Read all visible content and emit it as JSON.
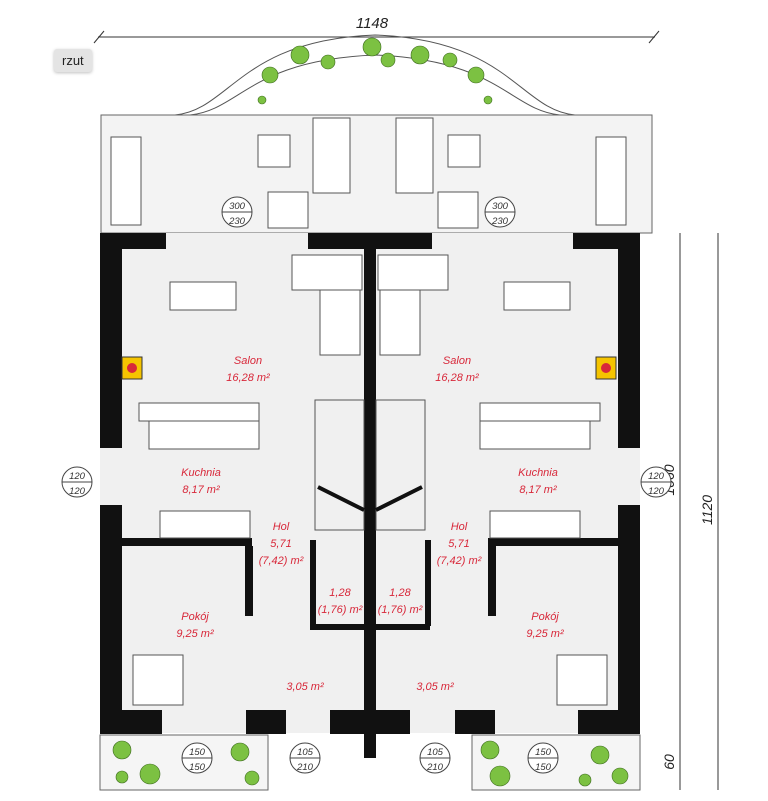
{
  "view_button": "rzut",
  "dimensions": {
    "width_total": "1148",
    "depth_inner": "1060",
    "depth_total": "1120",
    "front_depth": "60"
  },
  "windows": {
    "terrace_left": {
      "w": "300",
      "h": "230"
    },
    "terrace_right": {
      "w": "300",
      "h": "230"
    },
    "kitchen_left": {
      "w": "120",
      "h": "120"
    },
    "kitchen_right": {
      "w": "120",
      "h": "120"
    },
    "door_left": {
      "w": "105",
      "h": "210"
    },
    "door_right": {
      "w": "105",
      "h": "210"
    },
    "front_left": {
      "w": "150",
      "h": "150"
    },
    "front_right": {
      "w": "150",
      "h": "150"
    }
  },
  "rooms": {
    "salon_left": {
      "name": "Salon",
      "area": "16,28 m²"
    },
    "salon_right": {
      "name": "Salon",
      "area": "16,28 m²"
    },
    "kuchnia_left": {
      "name": "Kuchnia",
      "area": "8,17 m²"
    },
    "kuchnia_right": {
      "name": "Kuchnia",
      "area": "8,17 m²"
    },
    "hol_left": {
      "name": "Hol",
      "area": "5,71",
      "area_total": "(7,42) m²"
    },
    "hol_right": {
      "name": "Hol",
      "area": "5,71",
      "area_total": "(7,42) m²"
    },
    "wc_left": {
      "area": "1,28",
      "area_total": "(1,76) m²"
    },
    "wc_right": {
      "area": "1,28",
      "area_total": "(1,76) m²"
    },
    "pokoj_left": {
      "name": "Pokój",
      "area": "9,25 m²"
    },
    "pokoj_right": {
      "name": "Pokój",
      "area": "9,25 m²"
    },
    "vestibule_left": {
      "area": "3,05 m²"
    },
    "vestibule_right": {
      "area": "3,05 m²"
    }
  },
  "colors": {
    "room_label": "#d8283a",
    "wall": "#111111",
    "plant": "#7cc142",
    "fireplace": "#f5c400"
  }
}
